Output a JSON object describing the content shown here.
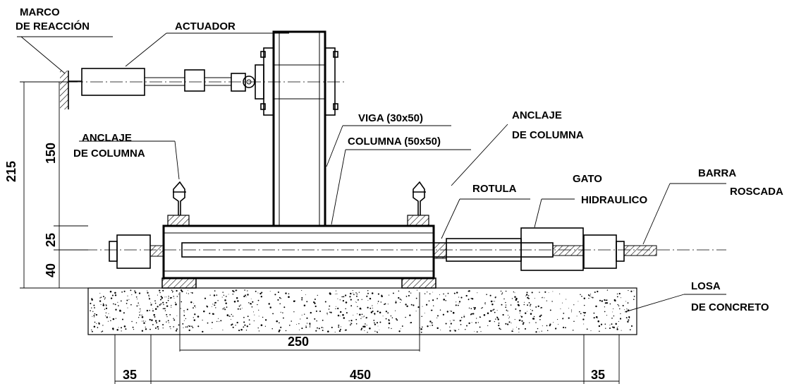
{
  "labels": {
    "marco_line1": "MARCO",
    "marco_line2": "DE REACCIÓN",
    "actuador": "ACTUADOR",
    "viga": "VIGA (30x50)",
    "columna": "COLUMNA (50x50)",
    "anclaje_left_line1": "ANCLAJE",
    "anclaje_left_line2": "DE COLUMNA",
    "anclaje_right_line1": "ANCLAJE",
    "anclaje_right_line2": "DE COLUMNA",
    "rotula": "ROTULA",
    "gato_line1": "GATO",
    "gato_line2": "HIDRAULICO",
    "barra_line1": "BARRA",
    "barra_line2": "ROSCADA",
    "losa_line1": "LOSA",
    "losa_line2": "DE CONCRETO"
  },
  "dimensions": {
    "total_height": "215",
    "upper_height": "150",
    "mid_height": "25",
    "lower_height": "40",
    "inner_span": "250",
    "slab_length": "450",
    "left_edge": "35",
    "right_edge": "35"
  }
}
